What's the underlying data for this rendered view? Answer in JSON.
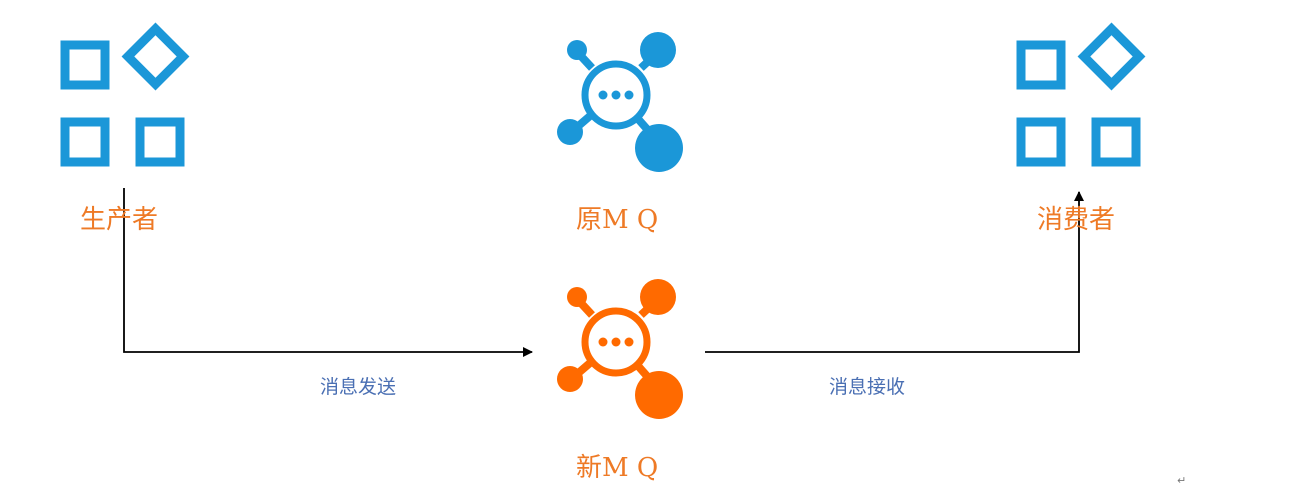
{
  "nodes": {
    "producer": {
      "label": "生产者",
      "icon": "apps-grid-icon"
    },
    "old_mq": {
      "label": "原M Q",
      "icon": "message-hub-icon"
    },
    "consumer": {
      "label": "消费者",
      "icon": "apps-grid-icon"
    },
    "new_mq": {
      "label": "新M Q",
      "icon": "message-hub-icon"
    }
  },
  "edges": {
    "send": {
      "label": "消息发送"
    },
    "receive": {
      "label": "消息接收"
    }
  },
  "paragraph_mark": "↵",
  "colors": {
    "blue": "#1b97d8",
    "orange": "#ff6a00",
    "label_orange": "#ee7a26",
    "edge_label_blue": "#4a6fb3",
    "arrow": "#000000"
  }
}
